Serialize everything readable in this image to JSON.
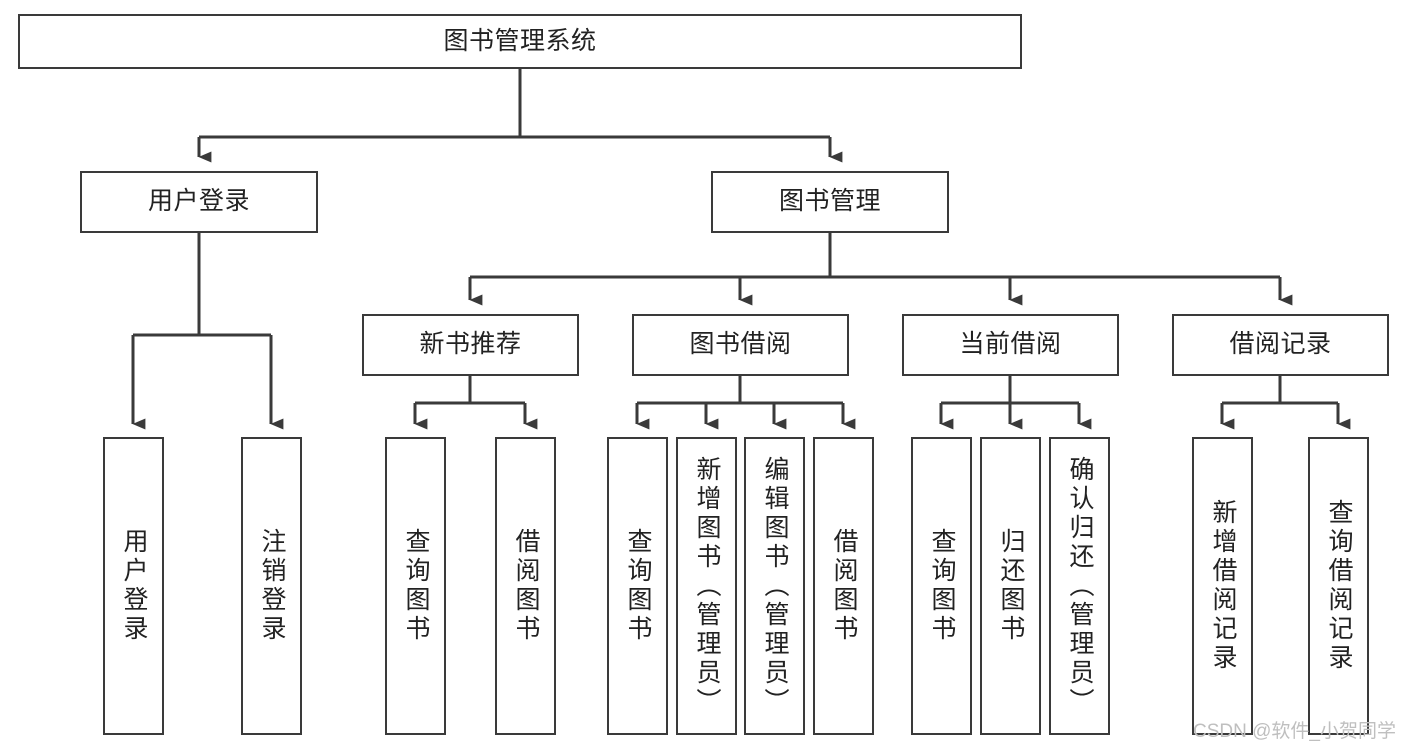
{
  "diagram": {
    "title": "图书管理系统",
    "type": "hierarchy-tree",
    "watermark": "CSDN @软件_小贺同学",
    "colors": {
      "box_border": "#3a3a3a",
      "box_fill": "#ffffff",
      "edge": "#3a3a3a",
      "text": "#222222",
      "watermark": "#bfbfbf"
    },
    "nodes": {
      "root": {
        "label": "图书管理系统",
        "level": 1
      },
      "level2": [
        {
          "id": "user-login",
          "label": "用户登录"
        },
        {
          "id": "book-manage",
          "label": "图书管理"
        }
      ],
      "level3": [
        {
          "id": "new-book-recommend",
          "label": "新书推荐",
          "parent": "book-manage"
        },
        {
          "id": "book-borrow",
          "label": "图书借阅",
          "parent": "book-manage"
        },
        {
          "id": "current-borrow",
          "label": "当前借阅",
          "parent": "book-manage"
        },
        {
          "id": "borrow-record",
          "label": "借阅记录",
          "parent": "book-manage"
        }
      ],
      "leaves": [
        {
          "id": "leaf-user-login",
          "label": "用户登录",
          "parent": "user-login"
        },
        {
          "id": "leaf-logout-login",
          "label": "注销登录",
          "parent": "user-login"
        },
        {
          "id": "leaf-query-book-1",
          "label": "查询图书",
          "parent": "new-book-recommend"
        },
        {
          "id": "leaf-borrow-book-1",
          "label": "借阅图书",
          "parent": "new-book-recommend"
        },
        {
          "id": "leaf-query-book-2",
          "label": "查询图书",
          "parent": "book-borrow"
        },
        {
          "id": "leaf-add-book",
          "label": "新增图书（管理员）",
          "parent": "book-borrow"
        },
        {
          "id": "leaf-edit-book",
          "label": "编辑图书（管理员）",
          "parent": "book-borrow"
        },
        {
          "id": "leaf-borrow-book-2",
          "label": "借阅图书",
          "parent": "book-borrow"
        },
        {
          "id": "leaf-query-book-3",
          "label": "查询图书",
          "parent": "current-borrow"
        },
        {
          "id": "leaf-return-book",
          "label": "归还图书",
          "parent": "current-borrow"
        },
        {
          "id": "leaf-confirm-return",
          "label": "确认归还（管理员）",
          "parent": "current-borrow"
        },
        {
          "id": "leaf-add-record",
          "label": "新增借阅记录",
          "parent": "borrow-record"
        },
        {
          "id": "leaf-query-record",
          "label": "查询借阅记录",
          "parent": "borrow-record"
        }
      ]
    }
  }
}
